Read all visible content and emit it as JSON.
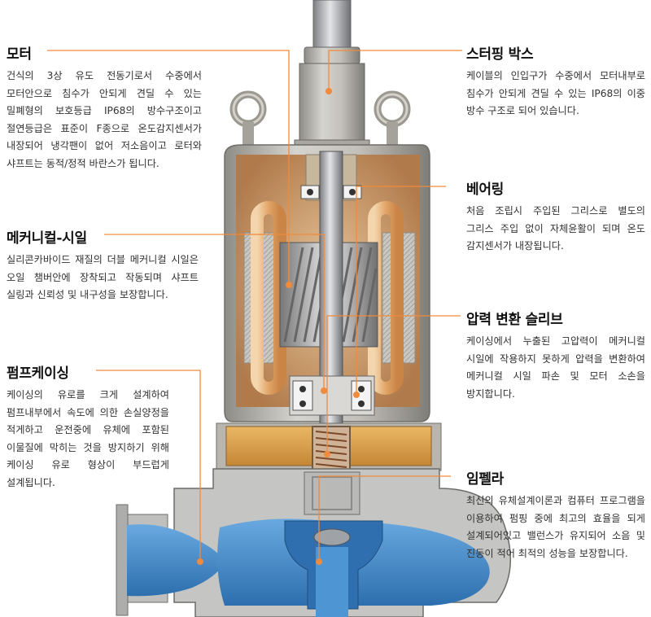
{
  "callouts": {
    "motor": {
      "title": "모터",
      "body": "건식의 3상 유도 전동기로서 수중에서 모터안으로 침수가 안되게 견딜 수 있는 밀폐형의 보호등급 IP68의 방수구조이고 절연등급은 표준이 F종으로 온도감지센서가 내장되어 냉각팬이 없어 저소음이고 로터와 샤프트는 동적/정적 바란스가 됩니다."
    },
    "mechanical_seal": {
      "title": "메커니컬-시일",
      "body": "실리콘카바이드 재질의 더블 메커니컬 시일은 오일 챔버안에 장착되고 작동되며 샤프트 실링과 신뢰성 및 내구성을 보장합니다."
    },
    "pump_casing": {
      "title": "펌프케이싱",
      "body": "케이싱의 유로를 크게 설계하여 펌프내부에서 속도에 의한 손실양정을 적게하고 운전중에 유체에 포함된 이물질에 막히는 것을 방지하기 위해 케이싱 유로 형상이 부드럽게 설계됩니다."
    },
    "stuffing_box": {
      "title": "스터핑 박스",
      "body": "케이블의 인입구가 수중에서 모터내부로 침수가 안되게 견딜 수 있는 IP68의 이중 방수 구조로 되어 있습니다."
    },
    "bearing": {
      "title": "베어링",
      "body": "처음 조립시 주입된 그리스로 별도의 그리스 주입 없이 자체윤활이 되며 온도 감지센서가 내장됩니다."
    },
    "pressure_sleeve": {
      "title": "압력 변환 슬리브",
      "body": "케이싱에서 누출된 고압력이 메커니컬 시일에 작용하지 못하게 압력을 변환하여 메커니컬 시일 파손 및 모터 소손을 방지합니다."
    },
    "impeller": {
      "title": "임펠라",
      "body": "최신의 유체설계이론과 컴퓨터 프로그램을 이용하여 펌핑 중에 최고의 효율을 되게 설계되어있고 밸런스가 유지되어 소음 및 진동이 적어 최적의 성능을 보장합니다."
    }
  },
  "colors": {
    "leader": "#f08a3c",
    "housing": "#b9b6ad",
    "housing_dark": "#8f8c84",
    "winding": "#e4b27c",
    "rotor": "#cfcfcf",
    "casing": "#c4c5c2",
    "fluid": "#3d86c6",
    "oil_chamber": "#dca14e",
    "motor_cavity": "#c88e62"
  },
  "icons": [
    "lifting-eye-icon",
    "leader-dot-icon"
  ]
}
